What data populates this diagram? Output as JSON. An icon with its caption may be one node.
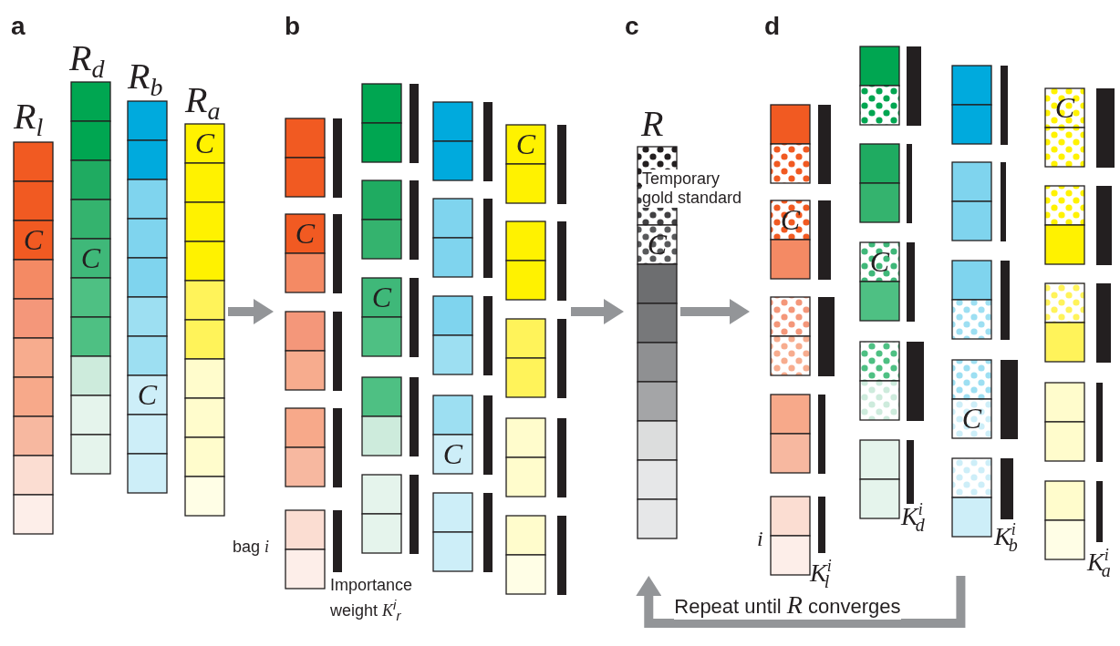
{
  "diagram": {
    "nodes": [
      {
        "text": [
          "a"
        ]
      },
      {
        "text": [
          "b"
        ]
      },
      {
        "text": [
          "c"
        ]
      },
      {
        "text": [
          "d"
        ]
      }
    ],
    "edges": [
      {
        "from": 0,
        "to": 1,
        "arrow": "to"
      },
      {
        "from": 1,
        "to": 2,
        "arrow": "to"
      },
      {
        "from": 2,
        "to": 3,
        "arrow": "to"
      },
      {
        "from": 3,
        "to": 2,
        "arrow": "to",
        "label": "Repeat until *R* converges"
      }
    ],
    "labels": [
      "R$_{l}$",
      "R$_{d}$",
      "R$_{b}$",
      "R$_{a}$",
      "C",
      "C",
      "C",
      "C",
      "C",
      "C",
      "C",
      "C",
      "bag *i*",
      "Importance weight *K*$^{i}$$_{r}$",
      "R",
      "Temporary gold standard",
      "C",
      "C",
      "C",
      "C",
      "C",
      "*i*",
      "K$^{i}$$_{l}$",
      "K$^{i}$$_{d}$",
      "K$^{i}$$_{b}$",
      "K$^{i}$$_{a}$"
    ]
  }
}
